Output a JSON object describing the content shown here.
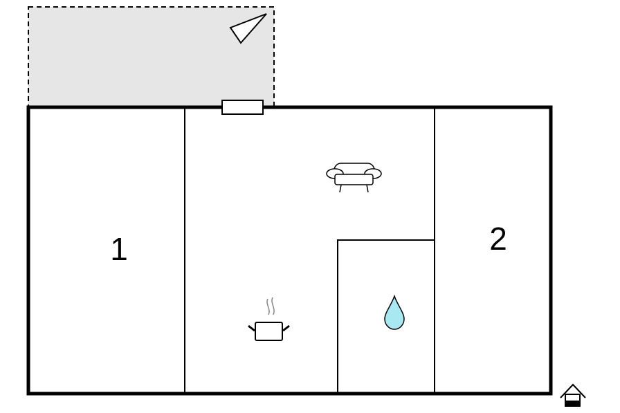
{
  "rooms": [
    {
      "id": "bedroom-1",
      "label": "1"
    },
    {
      "id": "bedroom-2",
      "label": "2"
    }
  ],
  "icons": {
    "terrace": "triangle-flag-icon",
    "window": "window-icon",
    "living": "sofa-icon",
    "kitchen": "cooking-pot-icon",
    "bathroom": "water-drop-icon",
    "entrance": "house-entrance-icon"
  },
  "colors": {
    "walls": "#000000",
    "terrace_fill": "#e6e6e6",
    "water_drop": "#a8e8f0"
  }
}
